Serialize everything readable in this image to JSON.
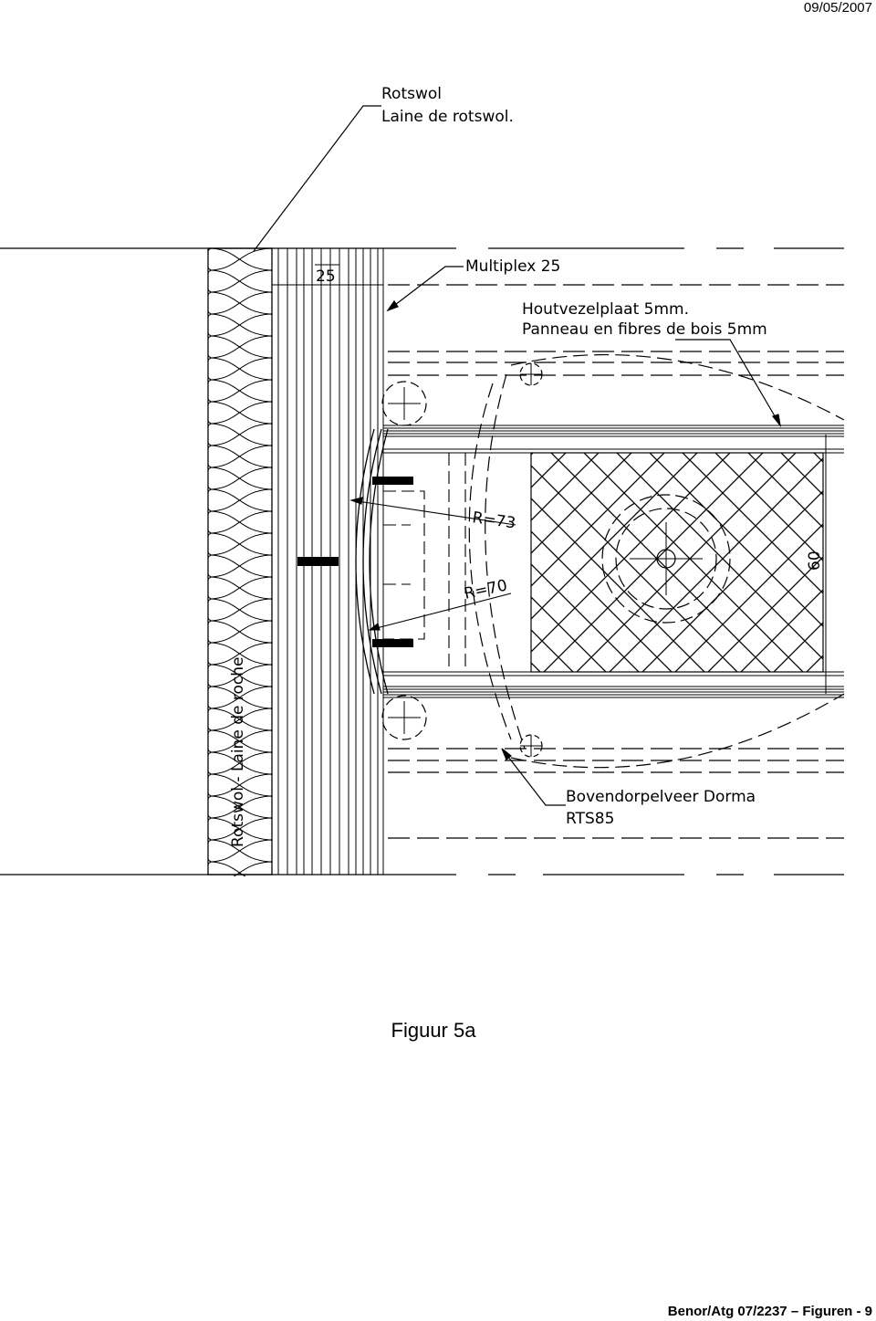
{
  "header": {
    "date": "09/05/2007"
  },
  "drawing": {
    "labels": {
      "rockwool_nl": "Rotswol",
      "rockwool_fr": "Laine de rotswol.",
      "dim_25": "25",
      "multiplex": "Multiplex 25",
      "fiberboard_nl": "Houtvezelplaat 5mm.",
      "fiberboard_fr": "Panneau en fibres de bois 5mm",
      "radius_73": "R=73",
      "radius_70": "R=70",
      "dim_60": "60",
      "wall_insulation": "Rotswol - Laine de roche",
      "closer_brand": "Bovendorpelveer Dorma",
      "closer_model": "RTS85"
    }
  },
  "caption": "Figuur 5a",
  "footer": {
    "reference": "Benor/Atg 07/2237 – Figuren - 9"
  }
}
